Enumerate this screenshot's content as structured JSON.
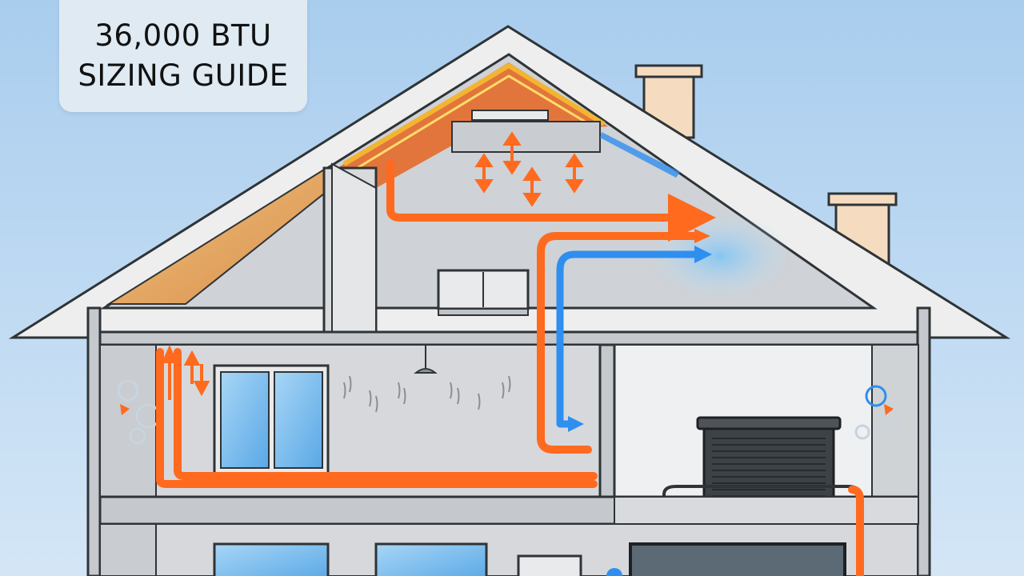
{
  "title": {
    "line1": "36,000 BTU",
    "line2": "SIZING GUIDE"
  },
  "colors": {
    "sky_top": "#a9cdee",
    "sky_bottom": "#d4e6f6",
    "wall": "#d9dbde",
    "outline": "#2f3437",
    "warm_airflow": "#ff6a1f",
    "cool_airflow": "#2f8ff0",
    "insulation": "#e39a55",
    "chimney": "#f5dcc0",
    "window_glass": "#7fc0ee"
  },
  "icons": [
    "warm-airflow-arrow",
    "cool-airflow-arrow",
    "air-vent",
    "ac-unit",
    "ceiling-light"
  ]
}
